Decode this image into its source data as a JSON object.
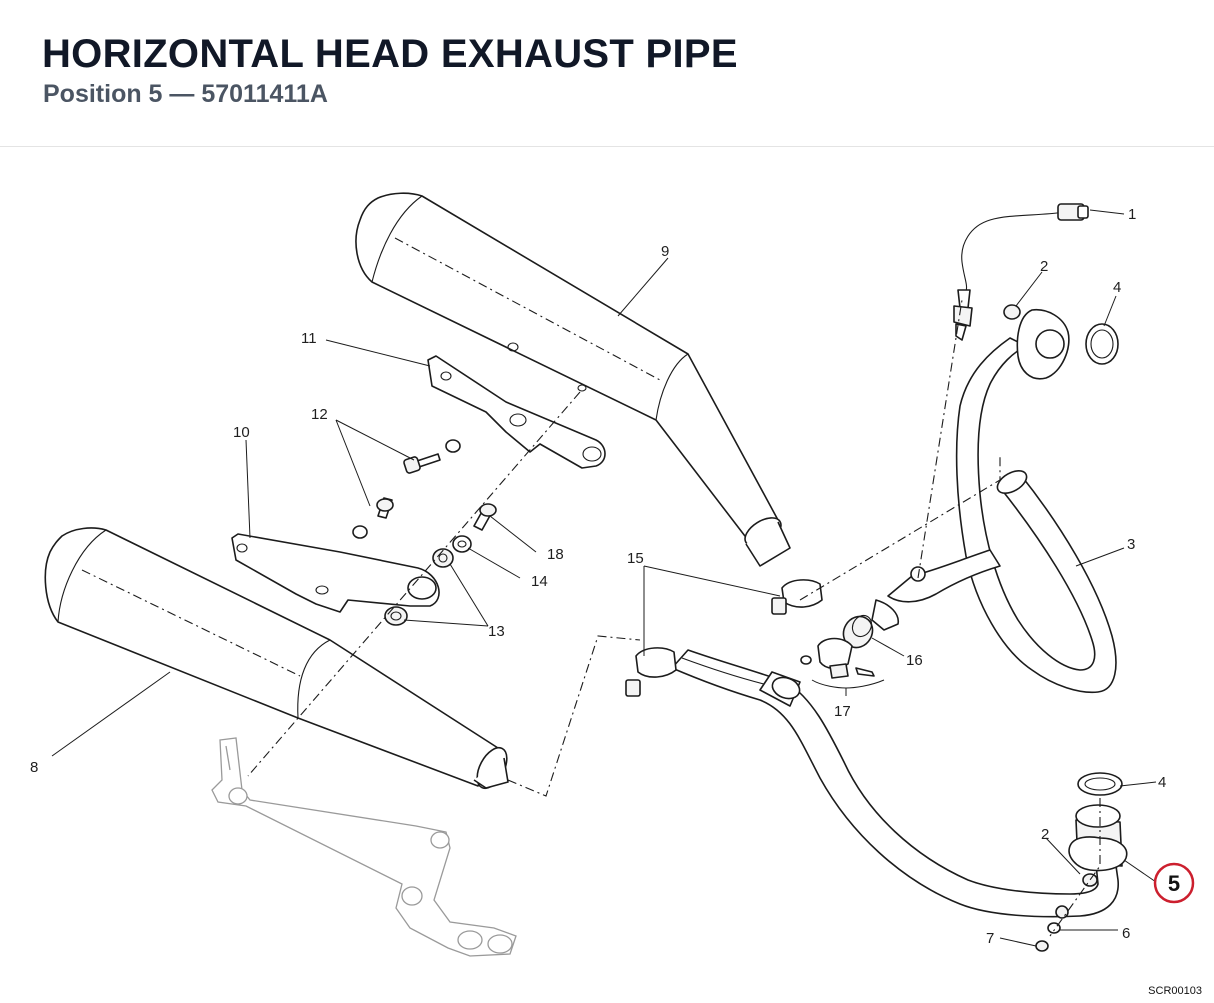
{
  "header": {
    "title": "HORIZONTAL HEAD EXHAUST PIPE",
    "subtitle": "Position 5 — 57011411A"
  },
  "diagram": {
    "drawing_code": "SCR00103",
    "highlight_color": "#cc1f2e",
    "highlighted_position": "5",
    "callouts": {
      "c1": "1",
      "c2a": "2",
      "c2b": "2",
      "c3": "3",
      "c4a": "4",
      "c4b": "4",
      "c6": "6",
      "c7": "7",
      "c8": "8",
      "c9": "9",
      "c10": "10",
      "c11": "11",
      "c12": "12",
      "c13": "13",
      "c14": "14",
      "c15": "15",
      "c16": "16",
      "c17": "17",
      "c18": "18"
    }
  }
}
